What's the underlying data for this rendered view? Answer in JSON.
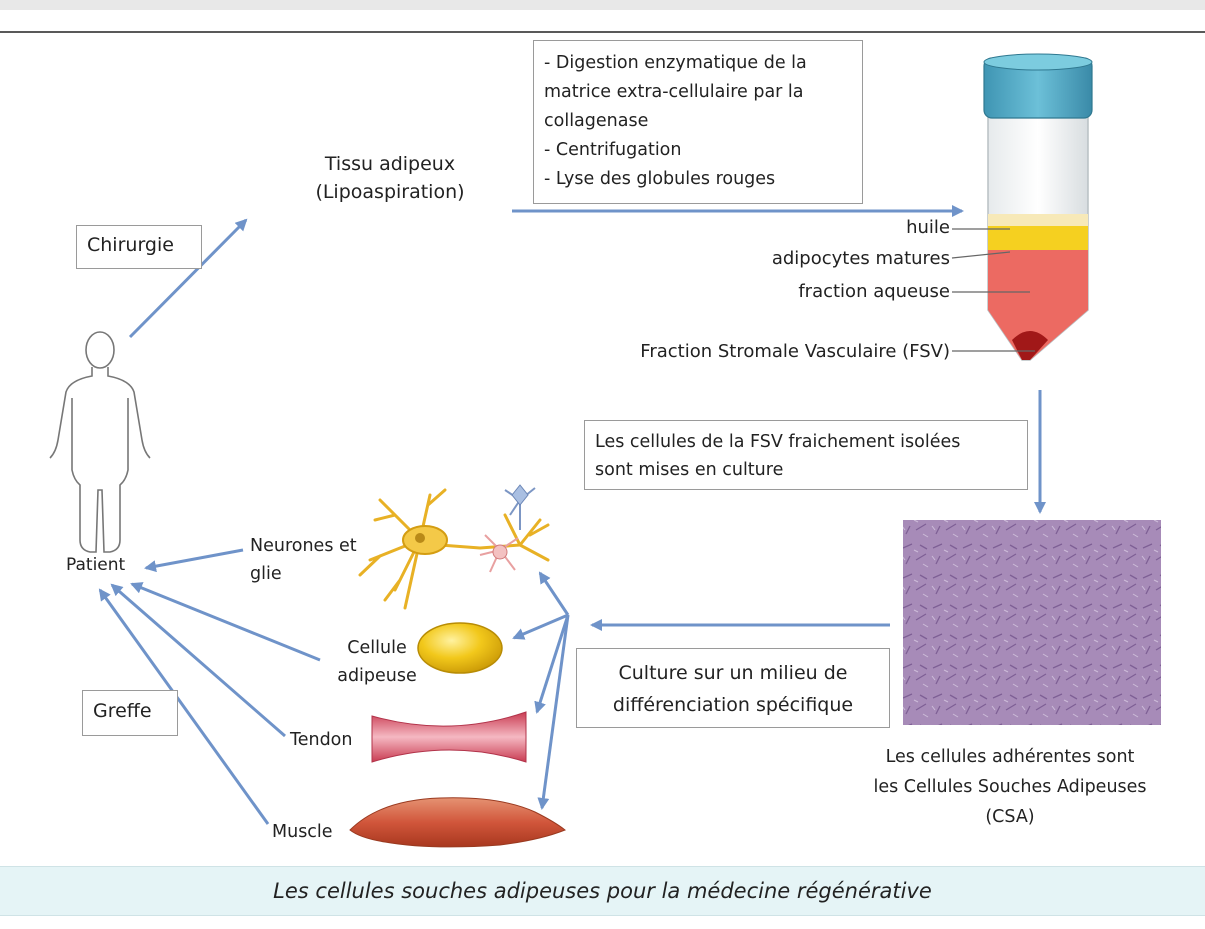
{
  "figure": {
    "caption": "Les cellules souches adipeuses pour la médecine régénérative",
    "colors": {
      "arrow": "#6f93c9",
      "tube_cap": "#58aac4",
      "layer_oil": "#f7e9b8",
      "layer_adipocytes": "#f5d020",
      "layer_aqueous": "#ec6a62",
      "pellet": "#a11818",
      "culture_image": "#a98ab8",
      "caption_background": "#e5f4f6",
      "box_border": "#9a9a9a"
    }
  },
  "nodes": {
    "tissu": [
      "Tissu adipeux",
      "(Lipoaspiration)"
    ],
    "chirurgie": "Chirurgie",
    "greffe": "Greffe",
    "patient": "Patient",
    "process_box": [
      "- Digestion enzymatique de la",
      "matrice extra-cellulaire par la",
      "collagenase",
      "- Centrifugation",
      "- Lyse des globules rouges"
    ],
    "tube_layers": {
      "huile": "huile",
      "adipocytes": "adipocytes matures",
      "aqueuse": "fraction aqueuse",
      "fsv": "Fraction Stromale Vasculaire (FSV)"
    },
    "culture_box": [
      "Les cellules de la FSV fraichement isolées",
      "sont mises en culture"
    ],
    "csa_label": [
      "Les cellules adhérentes sont",
      "les Cellules Souches Adipeuses",
      "(CSA)"
    ],
    "differentiation_box": [
      "Culture sur un milieu de",
      "différenciation spécifique"
    ],
    "cell_types": {
      "neurones": [
        "Neurones et",
        "glie"
      ],
      "adipeuse": [
        "Cellule",
        "adipeuse"
      ],
      "tendon": "Tendon",
      "muscle": "Muscle"
    }
  }
}
